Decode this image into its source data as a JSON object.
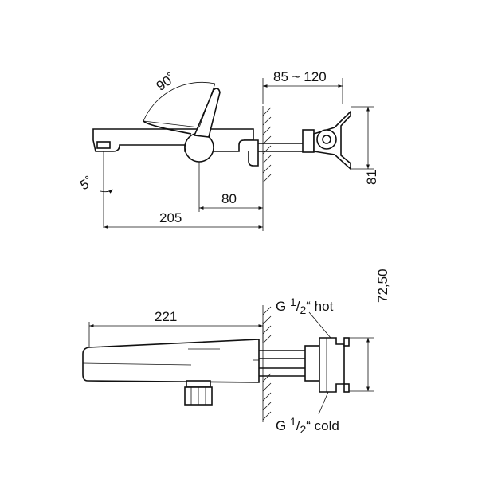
{
  "top_view": {
    "angle_label": "90˚",
    "tilt_label": "5˚",
    "depth_range_label": "85 ~ 120",
    "handle_offset_label": "80",
    "spout_length_label": "205",
    "height_label": "81"
  },
  "side_view": {
    "spout_length_label": "221",
    "inlet_spacing_label": "72,50",
    "hot_inlet": {
      "prefix": "G ",
      "sup": "1",
      "sub": "2",
      "suffix": "“ hot"
    },
    "cold_inlet": {
      "prefix": "G ",
      "sup": "1",
      "sub": "2",
      "suffix": "“ cold"
    }
  },
  "colors": {
    "line": "#111111",
    "background": "#ffffff"
  }
}
